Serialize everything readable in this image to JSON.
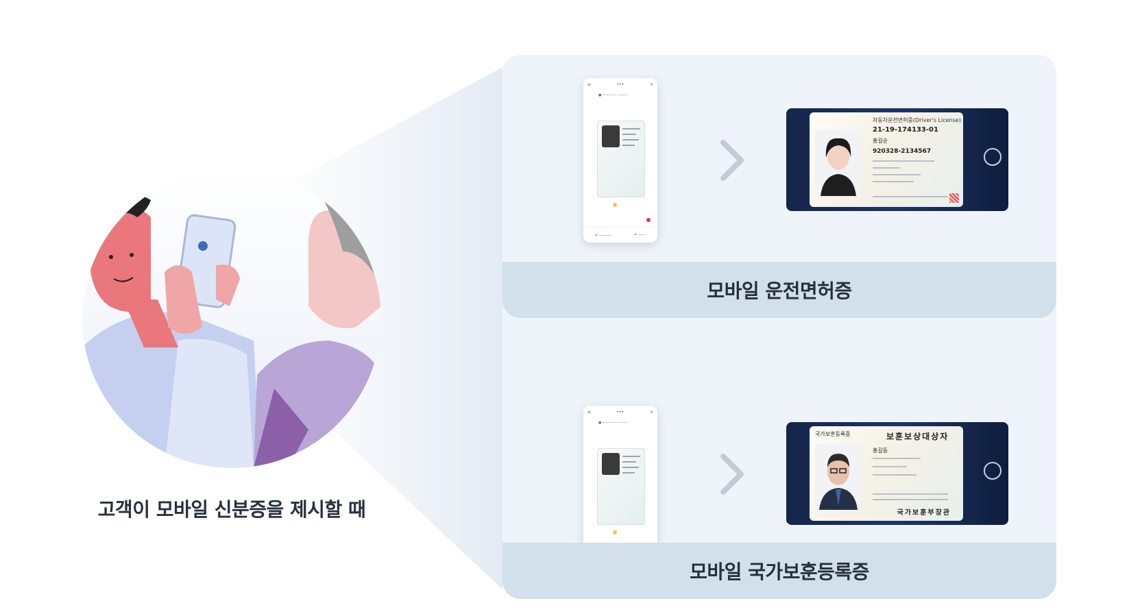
{
  "left": {
    "caption": "고객이 모바일 신분증을 제시할 때"
  },
  "sections": [
    {
      "label": "모바일 운전면허증",
      "card": {
        "title": "자동차운전면허증(Driver's License)",
        "number": "21-19-174133-01",
        "name": "홍길순",
        "id_number": "920328-2134567"
      }
    },
    {
      "label": "모바일 국가보훈등록증",
      "card": {
        "header": "국가보훈등록증",
        "title": "보훈보상대상자",
        "name": "홍길동",
        "issuer": "국가보훈부장관"
      }
    }
  ],
  "icons": {
    "arrow": "chevron-right-icon",
    "flip": "flip-card-icon"
  }
}
